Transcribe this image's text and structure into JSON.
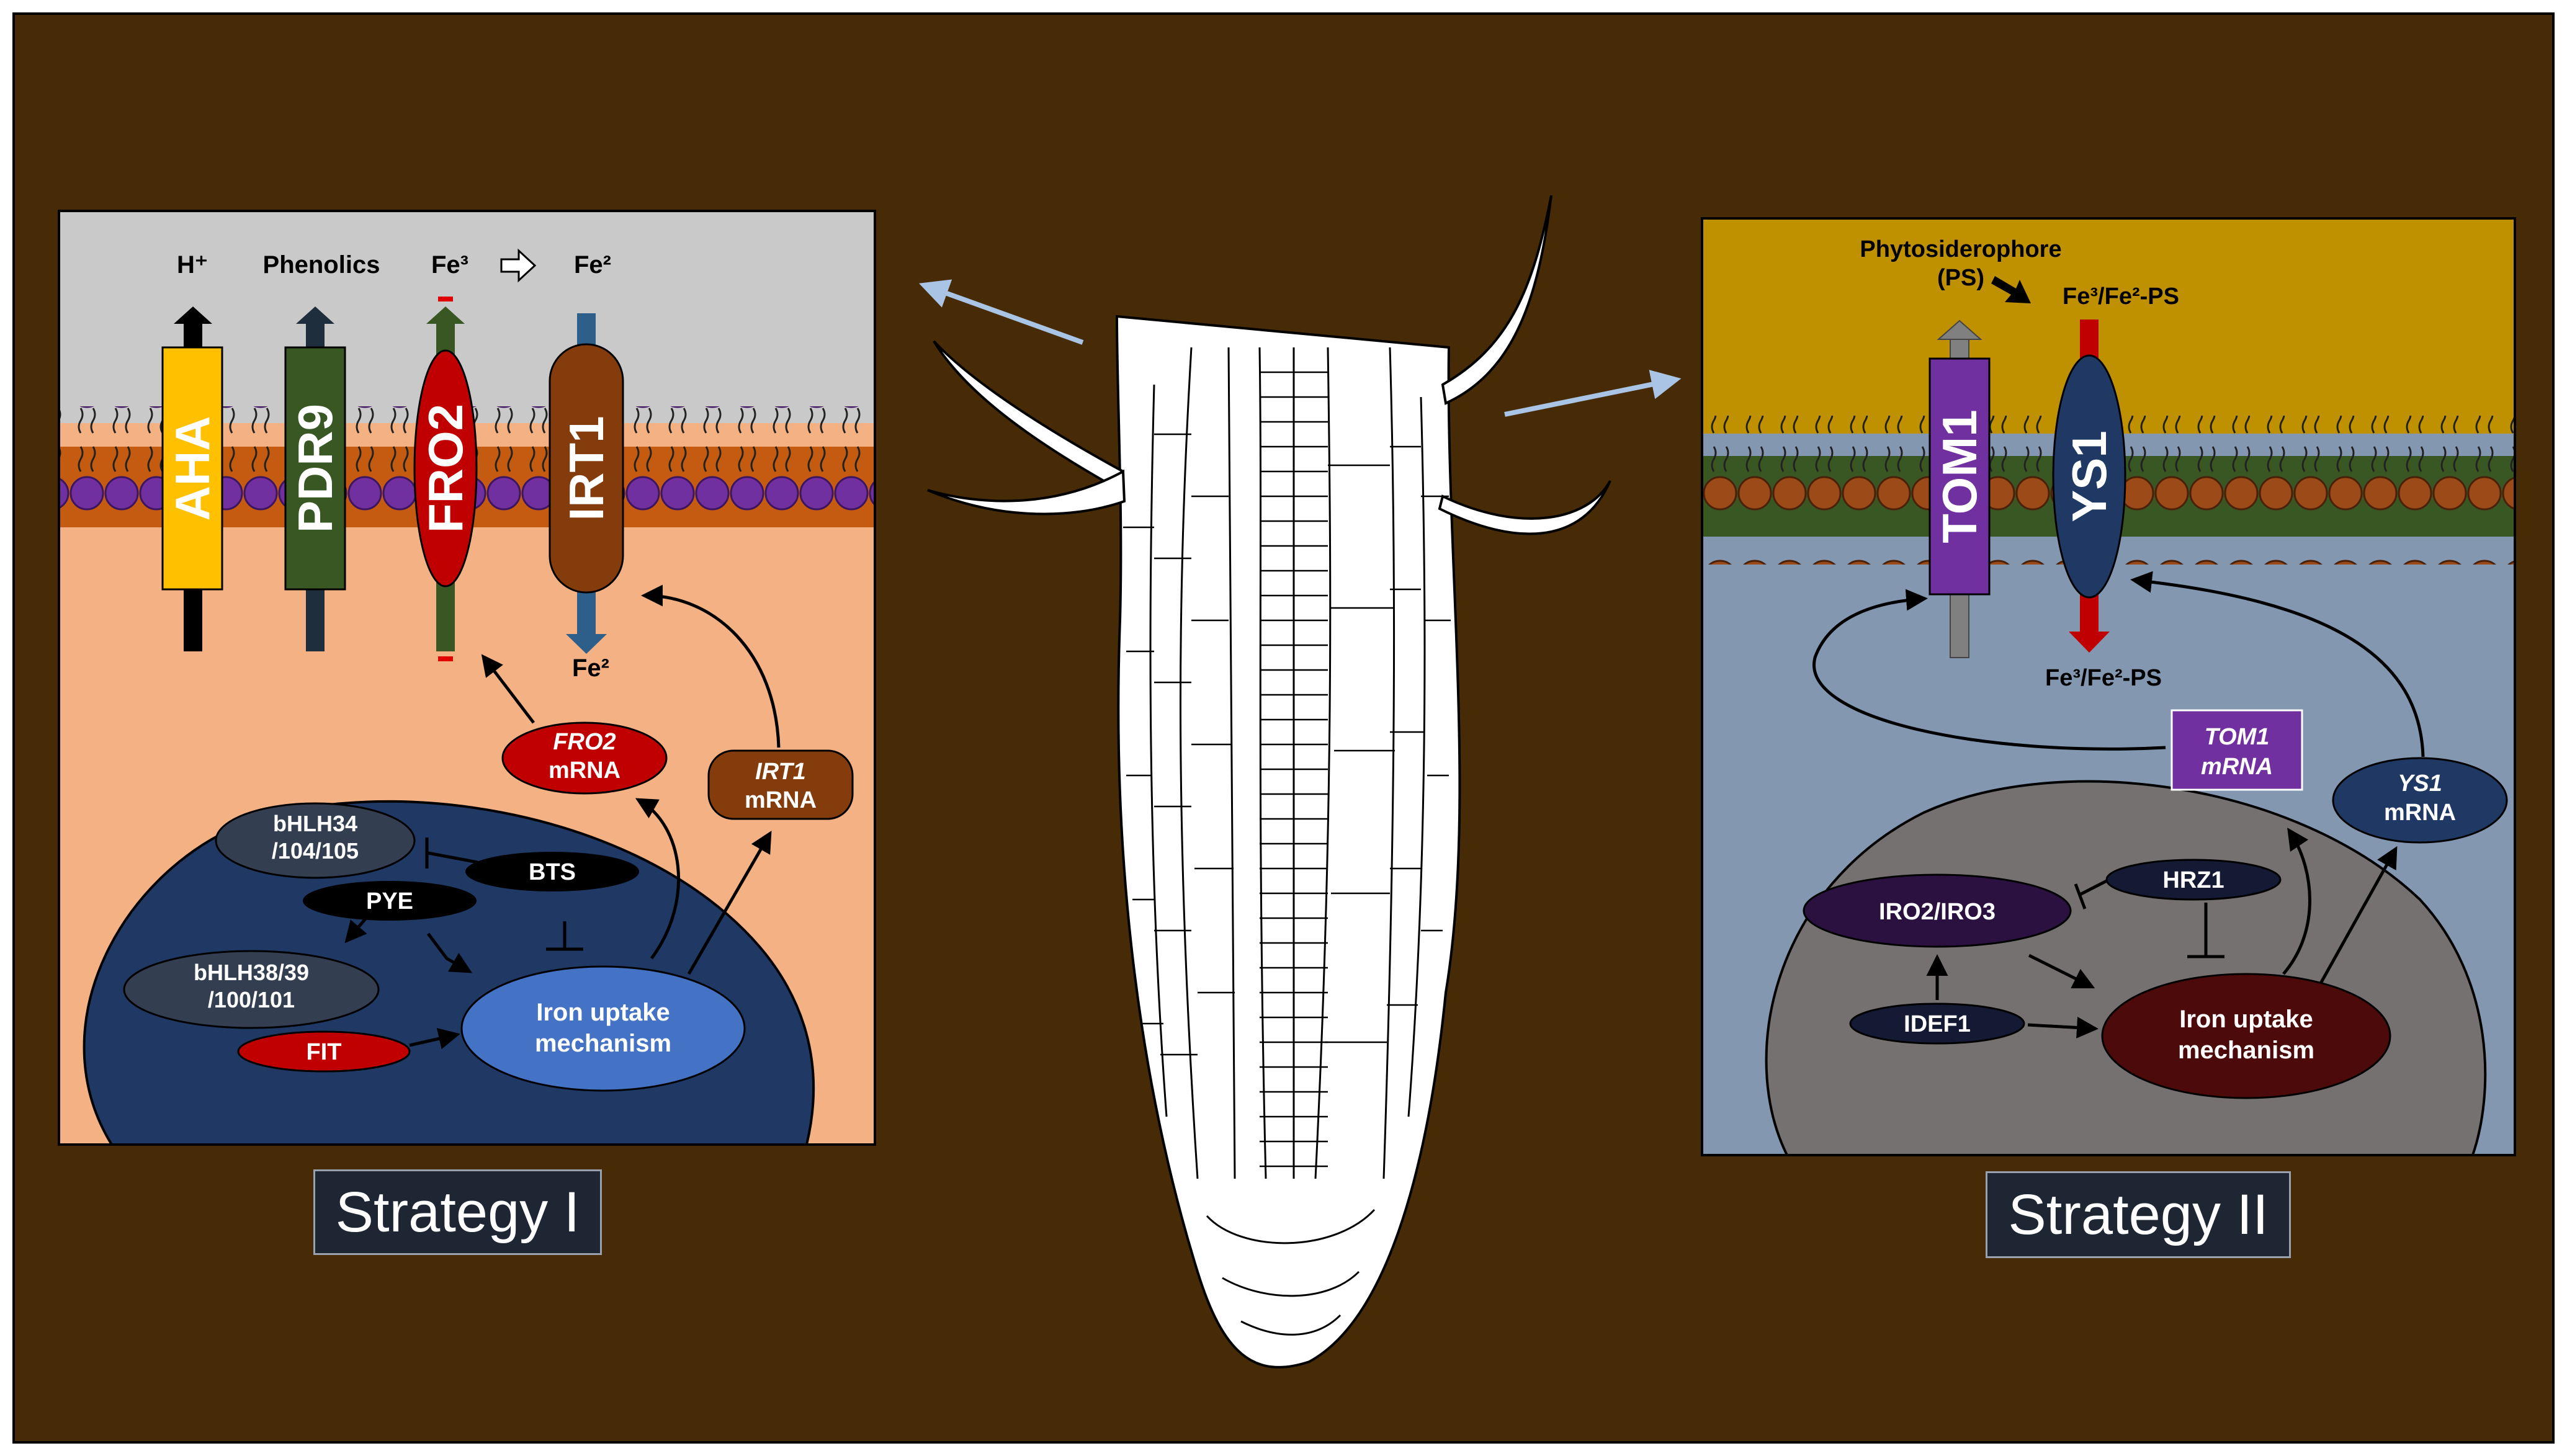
{
  "strategy1": {
    "label": "Strategy I",
    "extracellular": {
      "h_plus": "H⁺",
      "phenolics": "Phenolics",
      "fe3": "Fe³",
      "fe2": "Fe²",
      "minus": "−"
    },
    "transporters": [
      "AHA",
      "PDR9",
      "FRO2",
      "IRT1"
    ],
    "fe2_inside": "Fe²",
    "fro2_mrna": [
      "FRO2",
      "mRNA"
    ],
    "irt1_mrna": [
      "IRT1",
      "mRNA"
    ],
    "nucleus": {
      "bhlh34": [
        "bHLH34",
        "/104/105"
      ],
      "bts": "BTS",
      "pye": "PYE",
      "bhlh38": [
        "bHLH38/39",
        "/100/101"
      ],
      "fit": "FIT",
      "iron_uptake": [
        "Iron uptake",
        "mechanism"
      ]
    }
  },
  "strategy2": {
    "label": "Strategy II",
    "phytosiderophore": [
      "Phytosiderophore",
      "(PS)"
    ],
    "fe_ps_top": "Fe³/Fe²-PS",
    "fe_ps_bottom": "Fe³/Fe²-PS",
    "transporters": [
      "TOM1",
      "YS1"
    ],
    "tom1_mrna": [
      "TOM1",
      "mRNA"
    ],
    "ys1_mrna": [
      "YS1",
      "mRNA"
    ],
    "nucleus": {
      "iro2": "IRO2/IRO3",
      "hrz1": "HRZ1",
      "idef1": "IDEF1",
      "iron_uptake": [
        "Iron uptake",
        "mechanism"
      ]
    }
  },
  "colors": {
    "background": "#472b07",
    "aha": "#ffc000",
    "pdr9": "#385723",
    "fro2": "#c00000",
    "irt1": "#843c0c",
    "nucleus1": "#1f3864",
    "nucleus2": "#767171",
    "tom1": "#7030a0",
    "ys1": "#1f3864"
  }
}
